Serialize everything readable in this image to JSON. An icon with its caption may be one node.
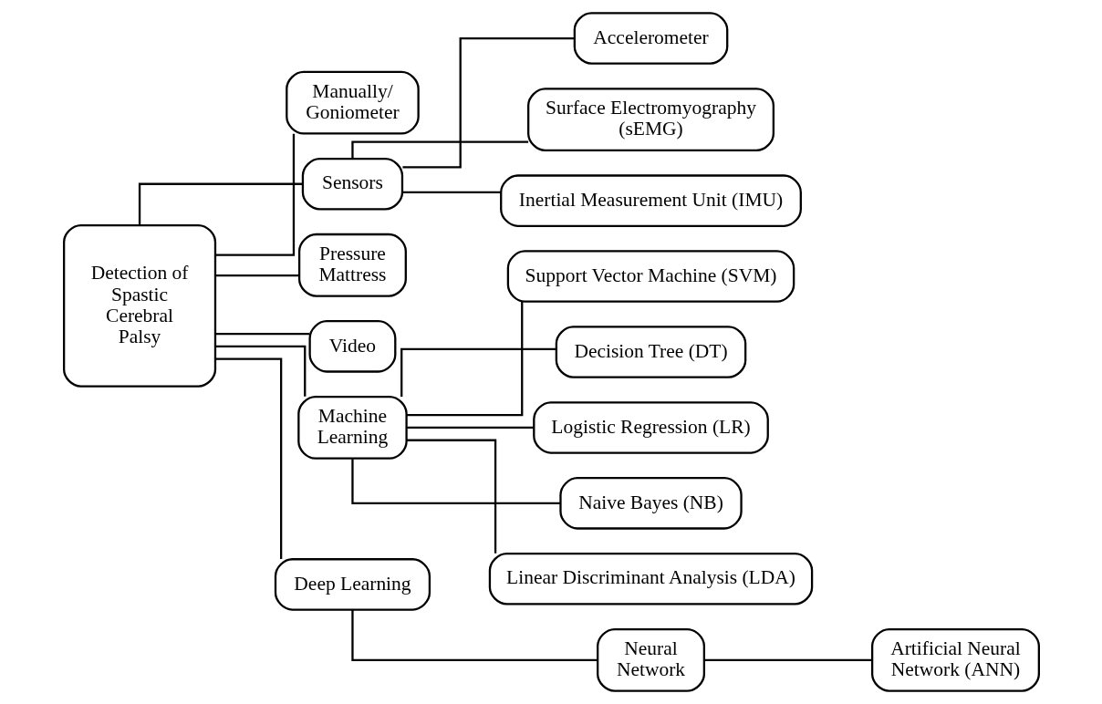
{
  "diagram": {
    "nodes": [
      {
        "text": [
          "Detection of Spastic Cerebral Palsy"
        ]
      },
      {
        "text": [
          "Manually/ Goniometer"
        ]
      },
      {
        "text": [
          "Sensors"
        ]
      },
      {
        "text": [
          "Accelerometer"
        ]
      },
      {
        "text": [
          "Surface Electromyography (sEMG)"
        ]
      },
      {
        "text": [
          "Inertial Measurement Unit (IMU)"
        ]
      },
      {
        "text": [
          "Pressure Mattress"
        ]
      },
      {
        "text": [
          "Video"
        ]
      },
      {
        "text": [
          "Machine Learning"
        ]
      },
      {
        "text": [
          "Support Vector Machine (SVM)"
        ]
      },
      {
        "text": [
          "Decision Tree (DT)"
        ]
      },
      {
        "text": [
          "Logistic Regression (LR)"
        ]
      },
      {
        "text": [
          "Naive Bayes (NB)"
        ]
      },
      {
        "text": [
          "Linear Discriminant Analysis (LDA)"
        ]
      },
      {
        "text": [
          "Deep Learning"
        ]
      },
      {
        "text": [
          "Neural Network"
        ]
      },
      {
        "text": [
          "Artificial Neural Network (ANN)"
        ]
      }
    ],
    "edges": [
      {
        "from": 0,
        "to": 1,
        "arrow": "none"
      },
      {
        "from": 0,
        "to": 2,
        "arrow": "none"
      },
      {
        "from": 2,
        "to": 3,
        "arrow": "none"
      },
      {
        "from": 2,
        "to": 4,
        "arrow": "none"
      },
      {
        "from": 2,
        "to": 5,
        "arrow": "none"
      },
      {
        "from": 0,
        "to": 6,
        "arrow": "none"
      },
      {
        "from": 0,
        "to": 7,
        "arrow": "none"
      },
      {
        "from": 0,
        "to": 8,
        "arrow": "none"
      },
      {
        "from": 8,
        "to": 9,
        "arrow": "none"
      },
      {
        "from": 8,
        "to": 10,
        "arrow": "none"
      },
      {
        "from": 8,
        "to": 11,
        "arrow": "none"
      },
      {
        "from": 8,
        "to": 12,
        "arrow": "none"
      },
      {
        "from": 8,
        "to": 13,
        "arrow": "none"
      },
      {
        "from": 0,
        "to": 14,
        "arrow": "none"
      },
      {
        "from": 14,
        "to": 15,
        "arrow": "none"
      },
      {
        "from": 15,
        "to": 16,
        "arrow": "none"
      }
    ]
  }
}
